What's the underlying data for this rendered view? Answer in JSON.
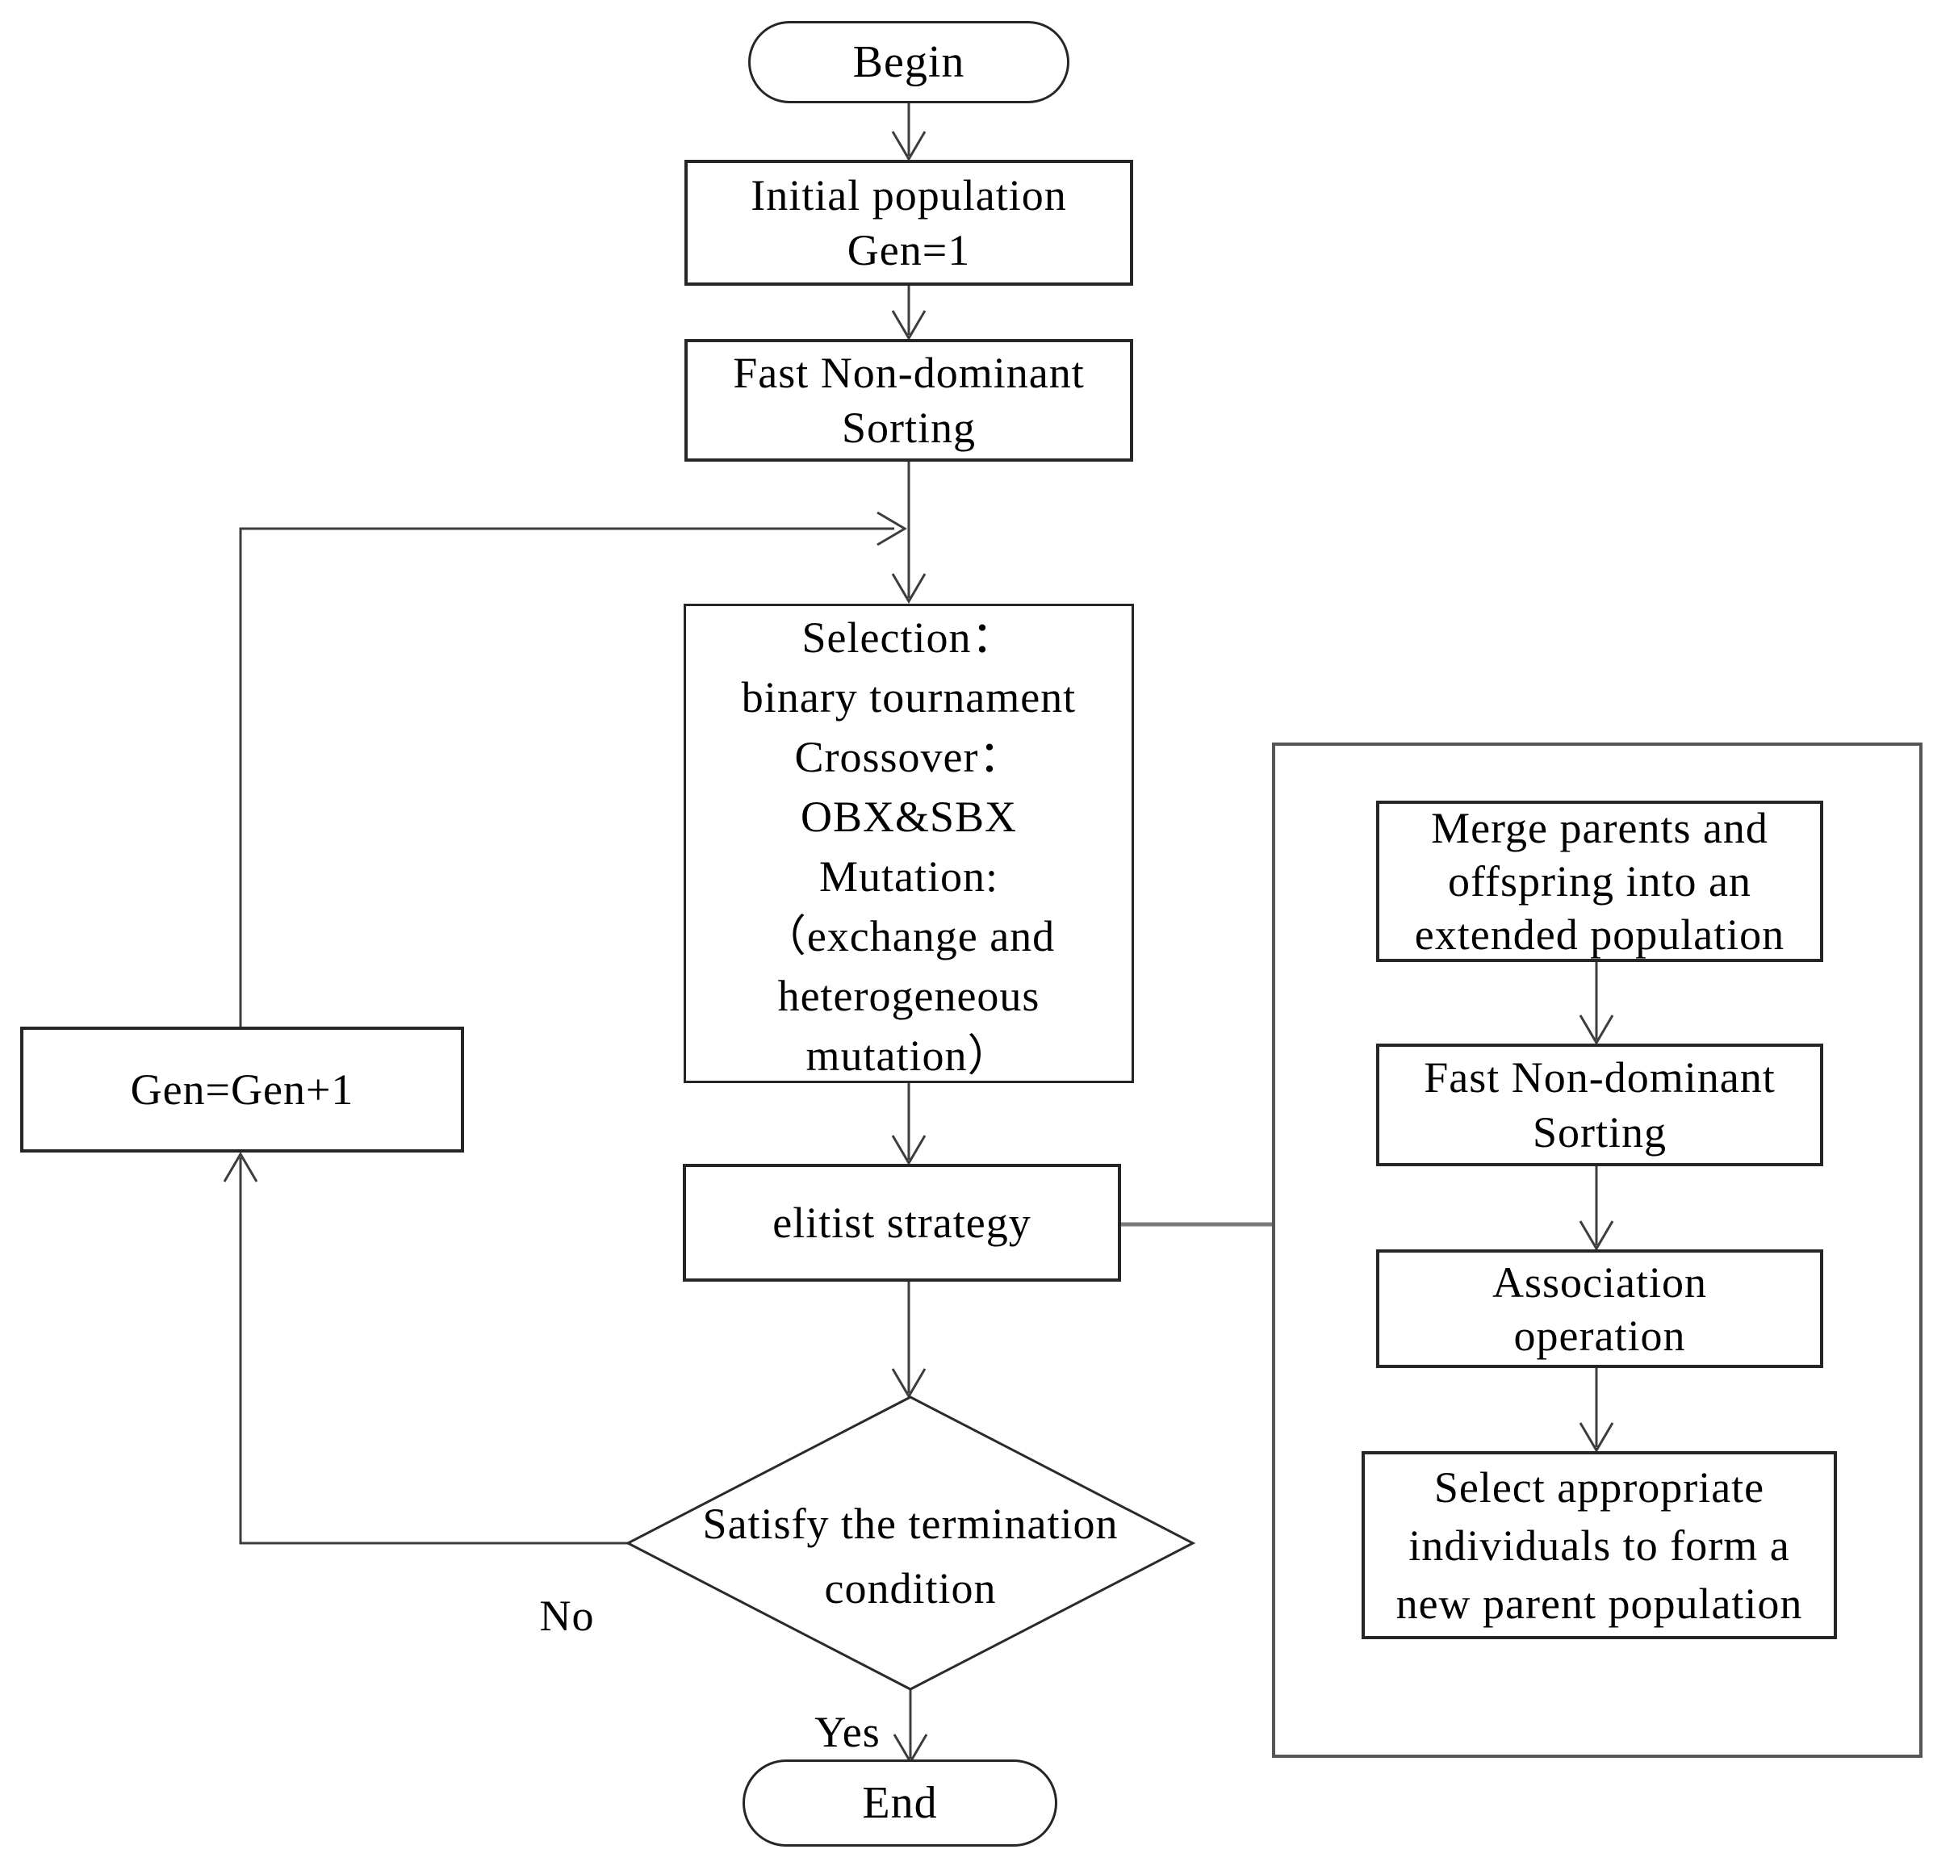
{
  "figure": {
    "colors": {
      "background": "#ffffff",
      "text": "#000000",
      "node_border": "#262626",
      "flow_line": "#3d3d3d",
      "container_border": "#565656",
      "elitist_connector": "#7a7a7a"
    },
    "nodes": {
      "begin": {
        "label": "Begin"
      },
      "initial_population": {
        "lines": [
          "Initial population",
          "Gen=1"
        ]
      },
      "fast_sorting_main": {
        "lines": [
          "Fast Non-dominant",
          "Sorting"
        ]
      },
      "genetic_operators": {
        "lines": [
          "Selection：",
          "binary tournament",
          "Crossover：",
          "OBX&SBX",
          "Mutation:",
          "（exchange and",
          "heterogeneous",
          "mutation）"
        ]
      },
      "gen_increment": {
        "label": "Gen=Gen+1"
      },
      "elitist_strategy": {
        "label": "elitist strategy"
      },
      "termination_decision": {
        "lines": [
          "Satisfy the termination",
          "condition"
        ]
      },
      "end": {
        "label": "End"
      },
      "merge_population": {
        "lines": [
          "Merge parents and",
          "offspring into an",
          "extended population"
        ]
      },
      "fast_sorting_elitist": {
        "lines": [
          "Fast Non-dominant",
          "Sorting"
        ]
      },
      "association_operation": {
        "lines": [
          "Association",
          "operation"
        ]
      },
      "select_individuals": {
        "lines": [
          "Select appropriate",
          "individuals to form a",
          "new parent population"
        ]
      }
    },
    "edge_labels": {
      "no": "No",
      "yes": "Yes"
    }
  }
}
